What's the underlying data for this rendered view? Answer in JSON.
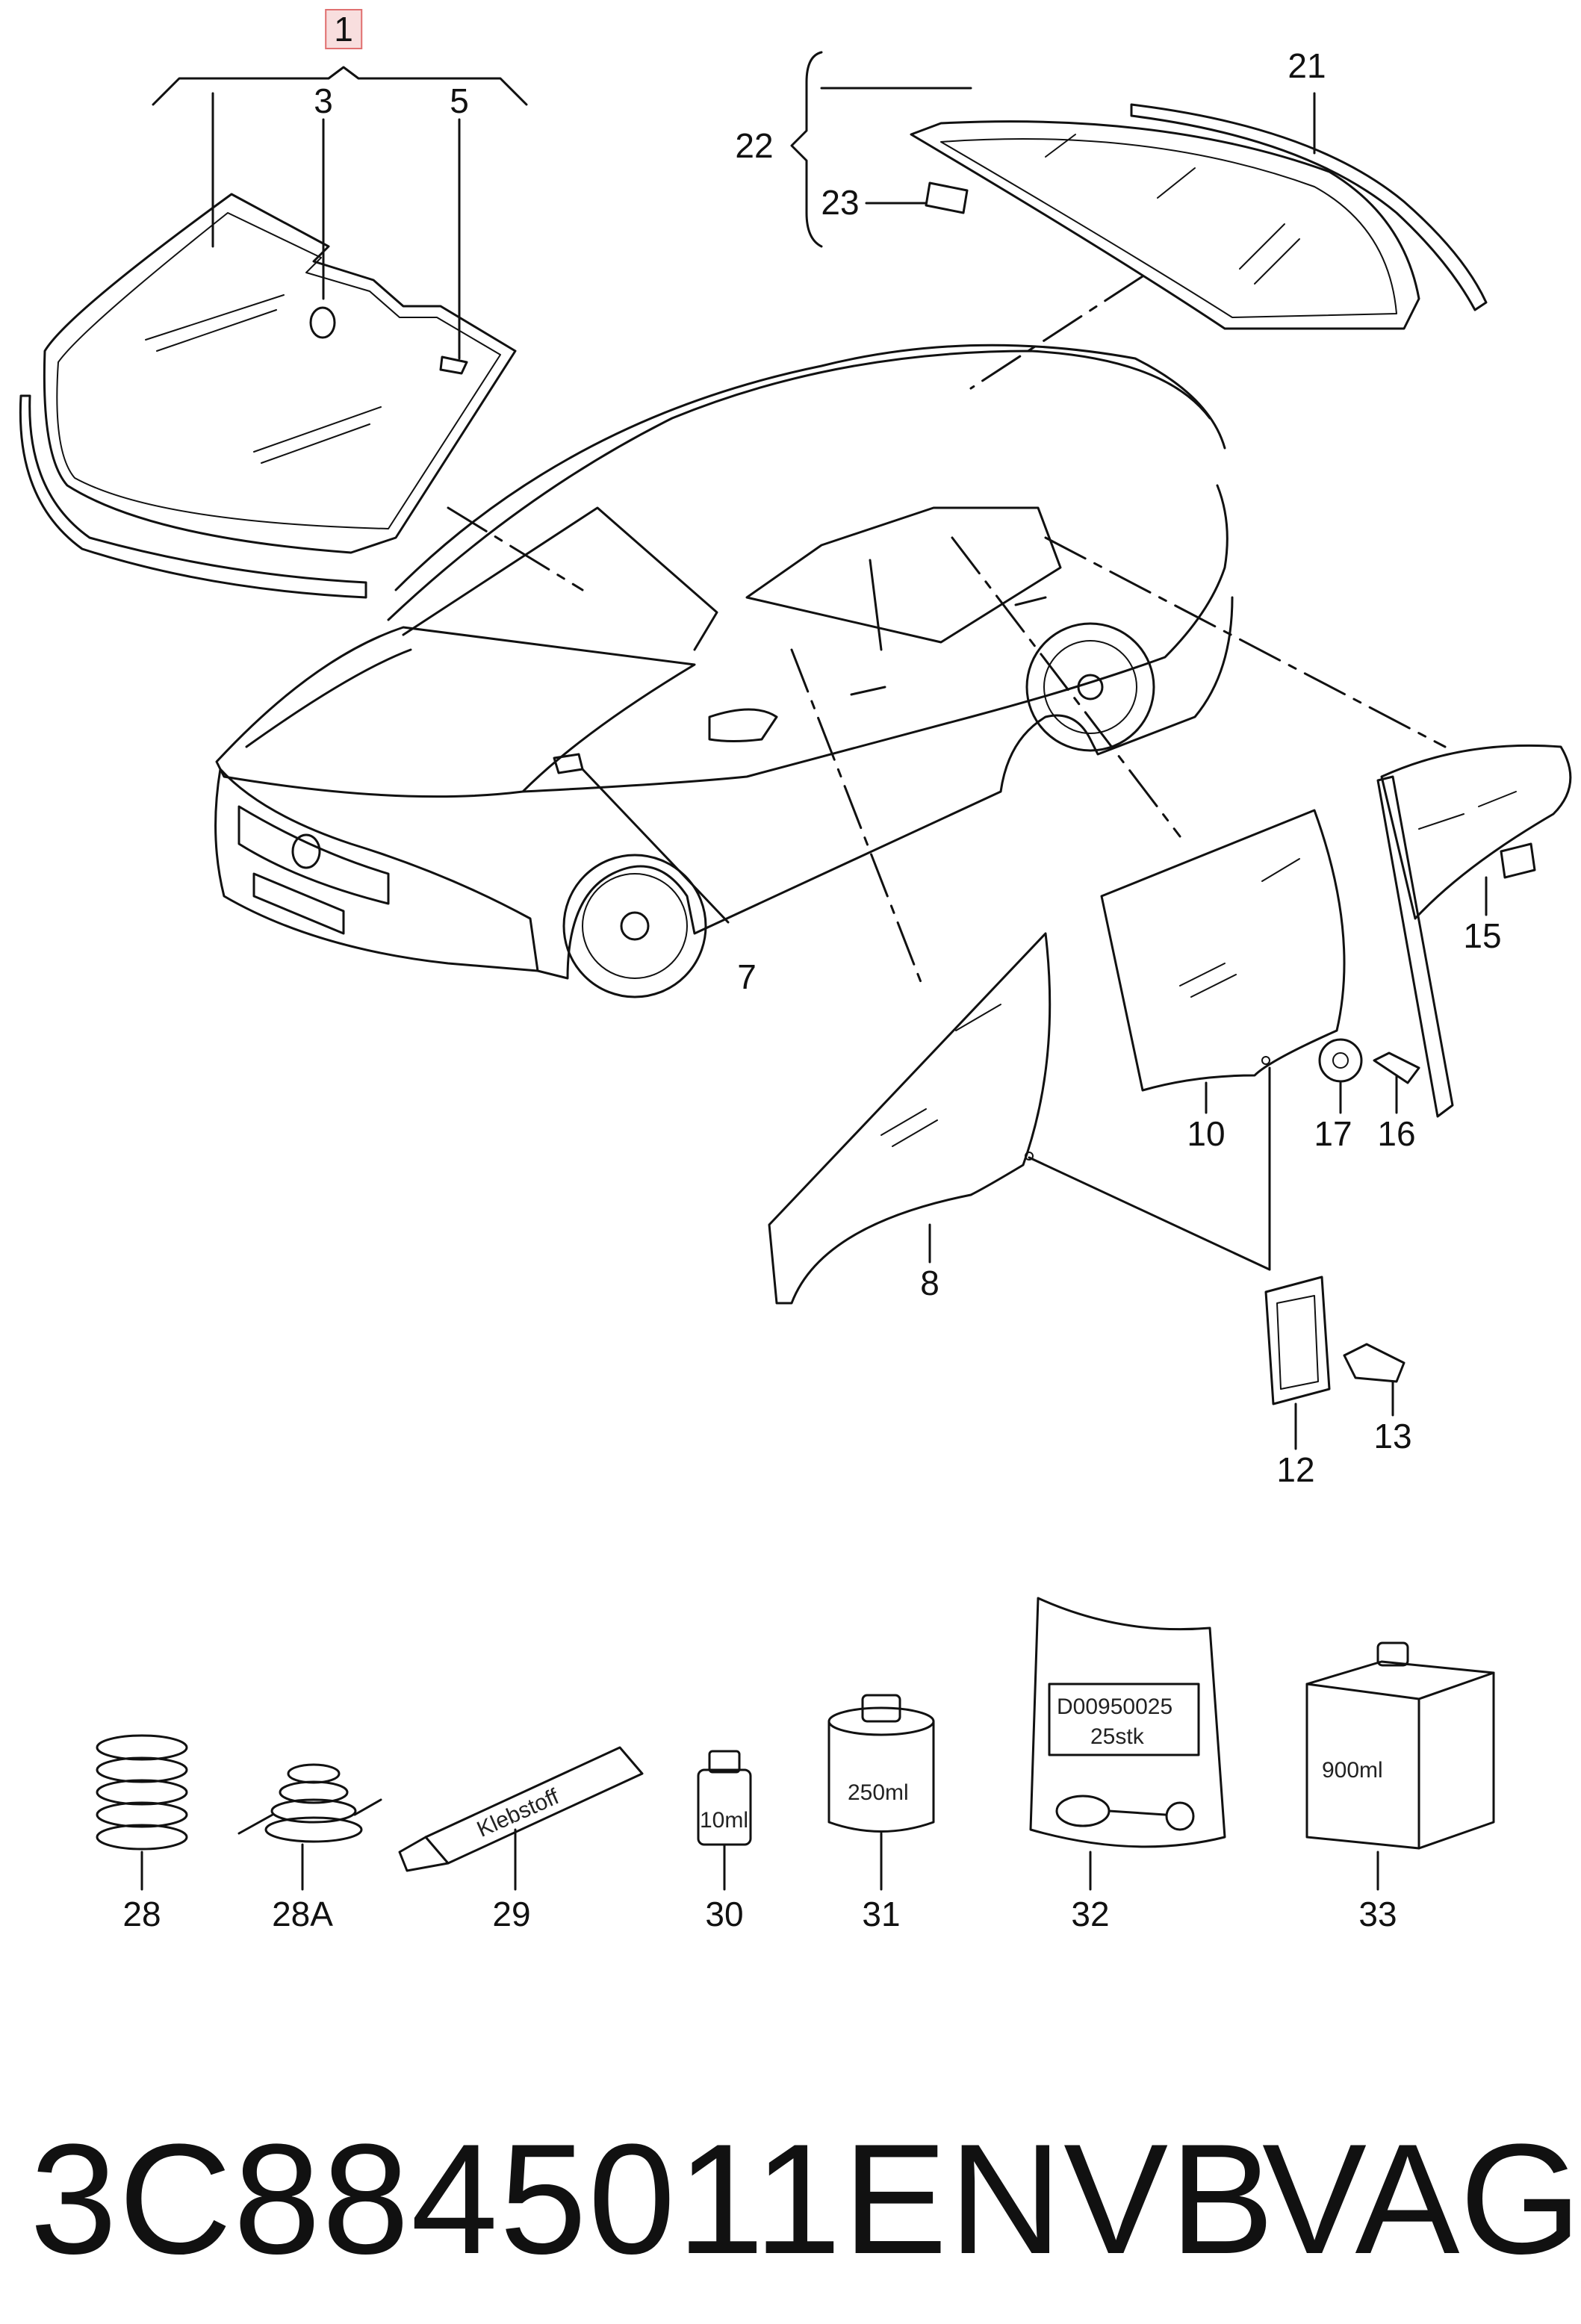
{
  "diagram": {
    "callouts": [
      {
        "id": "c1",
        "text": "1"
      },
      {
        "id": "c3",
        "text": "3"
      },
      {
        "id": "c5",
        "text": "5"
      },
      {
        "id": "c7",
        "text": "7"
      },
      {
        "id": "c8",
        "text": "8"
      },
      {
        "id": "c10",
        "text": "10"
      },
      {
        "id": "c12",
        "text": "12"
      },
      {
        "id": "c13",
        "text": "13"
      },
      {
        "id": "c15",
        "text": "15"
      },
      {
        "id": "c16",
        "text": "16"
      },
      {
        "id": "c17",
        "text": "17"
      },
      {
        "id": "c21",
        "text": "21"
      },
      {
        "id": "c22",
        "text": "22"
      },
      {
        "id": "c23",
        "text": "23"
      },
      {
        "id": "c28",
        "text": "28"
      },
      {
        "id": "c28a",
        "text": "28A"
      },
      {
        "id": "c29",
        "text": "29"
      },
      {
        "id": "c30",
        "text": "30"
      },
      {
        "id": "c31",
        "text": "31"
      },
      {
        "id": "c32",
        "text": "32"
      },
      {
        "id": "c33",
        "text": "33"
      }
    ],
    "product_labels": {
      "tube": "Klebstoff",
      "bottle_small": "10ml",
      "can": "250ml",
      "bag_line1": "D00950025",
      "bag_line2": "25stk",
      "canister": "900ml"
    }
  },
  "footer": {
    "part_number": "3C8845011ENVB",
    "brand": "VAG"
  }
}
